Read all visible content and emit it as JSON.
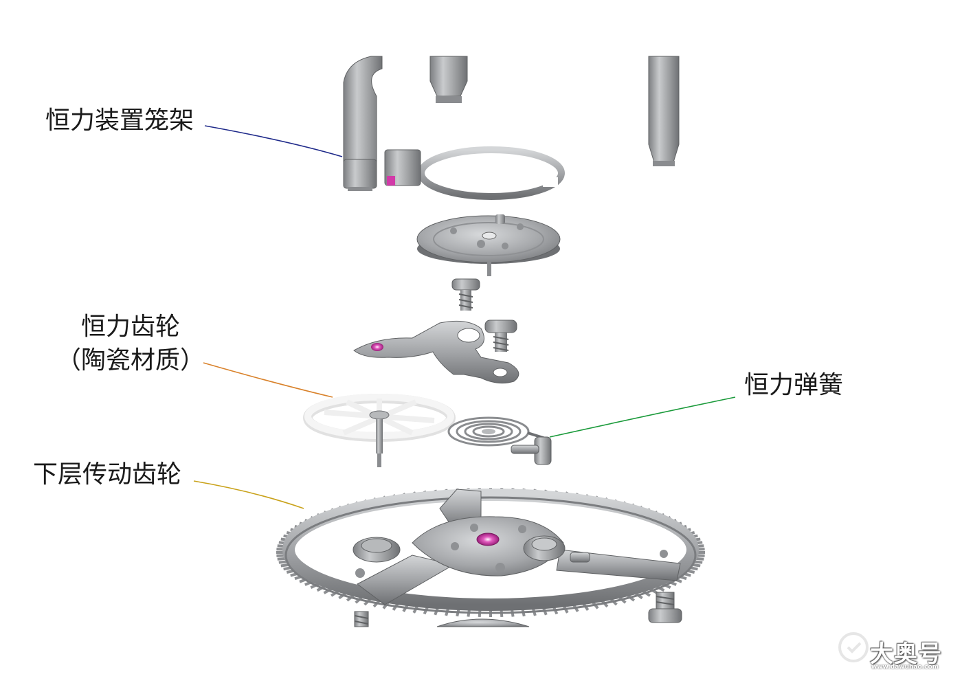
{
  "labels": {
    "cage": "恒力装置笼架",
    "gear_line1": "恒力齿轮",
    "gear_line2": "（陶瓷材质）",
    "spring": "恒力弹簧",
    "lower_gear": "下层传动齿轮"
  },
  "leader_colors": {
    "cage": "#1f2a8a",
    "gear": "#d9822b",
    "spring": "#1a9a3a",
    "lower_gear": "#c9a21a"
  },
  "part_colors": {
    "steel": "#a9abad",
    "steel_dark": "#6e7072",
    "ruby": "#d23aa8",
    "ceramic": "#f2f2f2"
  },
  "watermark": {
    "title": "大奥号",
    "url": "www.dawuhao.com"
  }
}
